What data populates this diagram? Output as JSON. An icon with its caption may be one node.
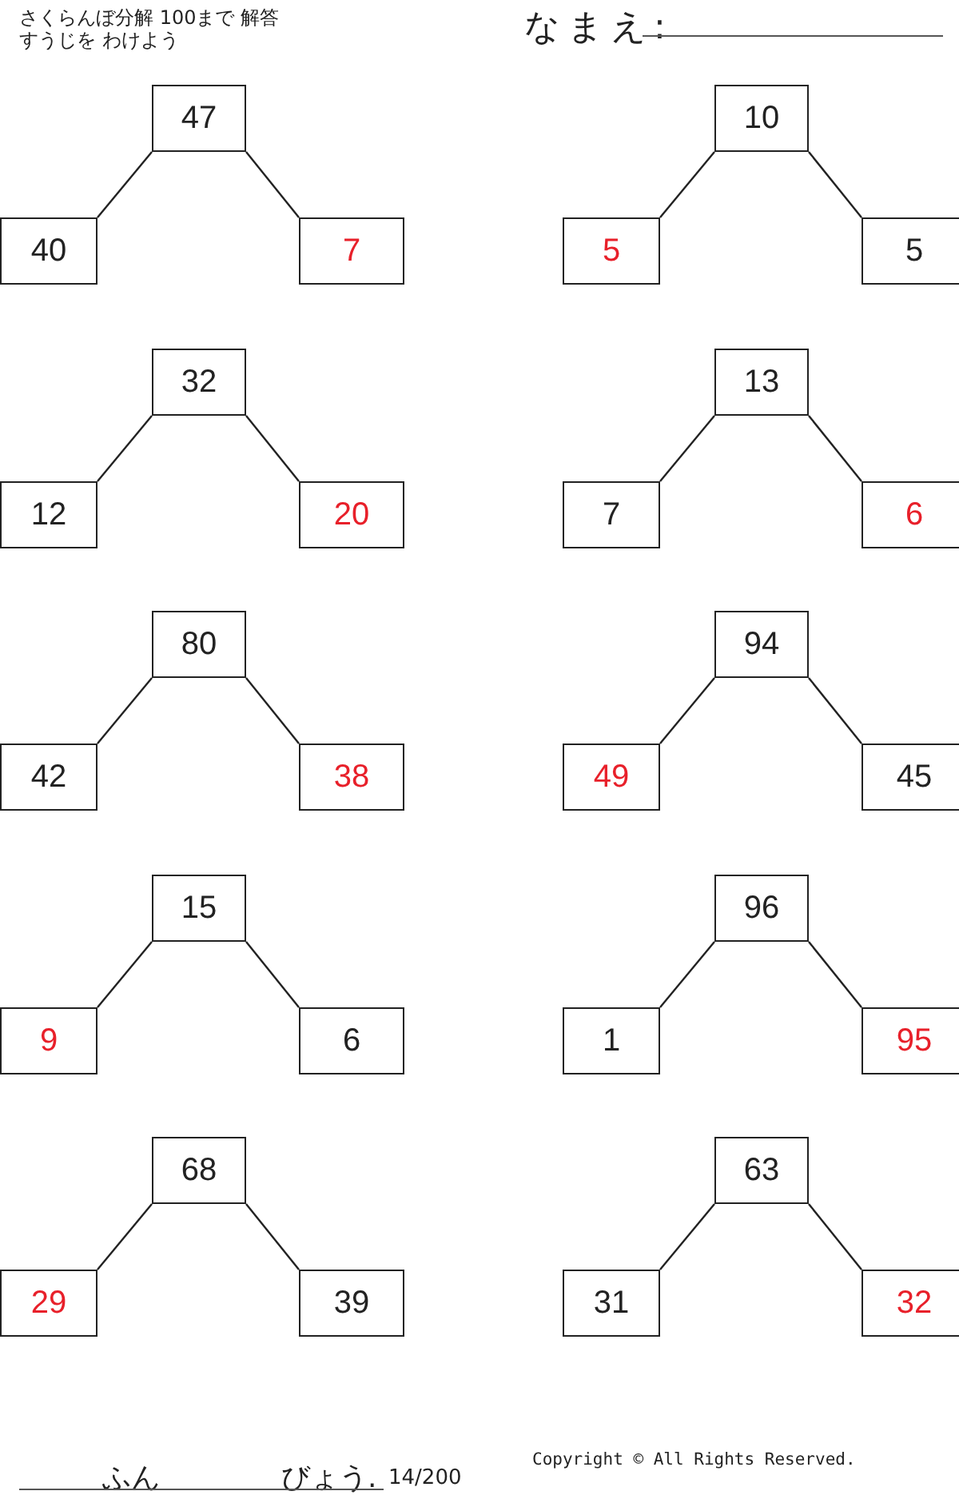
{
  "diagram": {
    "nodes": [
      {
        "text": [
          "47"
        ]
      },
      {
        "text": [
          "40"
        ]
      },
      {
        "text": [
          "7"
        ]
      },
      {
        "text": [
          "10"
        ]
      },
      {
        "text": [
          "5"
        ]
      },
      {
        "text": [
          "5"
        ]
      },
      {
        "text": [
          "32"
        ]
      },
      {
        "text": [
          "12"
        ]
      },
      {
        "text": [
          "20"
        ]
      },
      {
        "text": [
          "13"
        ]
      },
      {
        "text": [
          "7"
        ]
      },
      {
        "text": [
          "6"
        ]
      },
      {
        "text": [
          "80"
        ]
      },
      {
        "text": [
          "42"
        ]
      },
      {
        "text": [
          "38"
        ]
      },
      {
        "text": [
          "94"
        ]
      },
      {
        "text": [
          "49"
        ]
      },
      {
        "text": [
          "45"
        ]
      },
      {
        "text": [
          "15"
        ]
      },
      {
        "text": [
          "9"
        ]
      },
      {
        "text": [
          "6"
        ]
      },
      {
        "text": [
          "96"
        ]
      },
      {
        "text": [
          "1"
        ]
      },
      {
        "text": [
          "95"
        ]
      },
      {
        "text": [
          "68"
        ]
      },
      {
        "text": [
          "29"
        ]
      },
      {
        "text": [
          "39"
        ]
      },
      {
        "text": [
          "63"
        ]
      },
      {
        "text": [
          "31"
        ]
      },
      {
        "text": [
          "32"
        ]
      }
    ],
    "edges": [
      {
        "from": 0,
        "to": 1,
        "arrow": "none"
      },
      {
        "from": 0,
        "to": 2,
        "arrow": "none"
      },
      {
        "from": 3,
        "to": 4,
        "arrow": "none"
      },
      {
        "from": 3,
        "to": 5,
        "arrow": "none"
      },
      {
        "from": 6,
        "to": 7,
        "arrow": "none"
      },
      {
        "from": 6,
        "to": 8,
        "arrow": "none"
      },
      {
        "from": 9,
        "to": 10,
        "arrow": "none"
      },
      {
        "from": 9,
        "to": 11,
        "arrow": "none"
      },
      {
        "from": 12,
        "to": 13,
        "arrow": "none"
      },
      {
        "from": 12,
        "to": 14,
        "arrow": "none"
      },
      {
        "from": 15,
        "to": 16,
        "arrow": "none"
      },
      {
        "from": 15,
        "to": 17,
        "arrow": "none"
      },
      {
        "from": 18,
        "to": 19,
        "arrow": "none"
      },
      {
        "from": 18,
        "to": 20,
        "arrow": "none"
      },
      {
        "from": 21,
        "to": 22,
        "arrow": "none"
      },
      {
        "from": 21,
        "to": 23,
        "arrow": "none"
      },
      {
        "from": 24,
        "to": 25,
        "arrow": "none"
      },
      {
        "from": 24,
        "to": 26,
        "arrow": "none"
      },
      {
        "from": 27,
        "to": 28,
        "arrow": "none"
      },
      {
        "from": 27,
        "to": 29,
        "arrow": "none"
      }
    ],
    "labels": [
      "さくらんぼ分解 100まで 解答",
      "すうじを わけよう",
      "なまえ:",
      "ふん",
      "びょう.",
      "14/200",
      "Copyright © All Rights Reserved."
    ]
  }
}
